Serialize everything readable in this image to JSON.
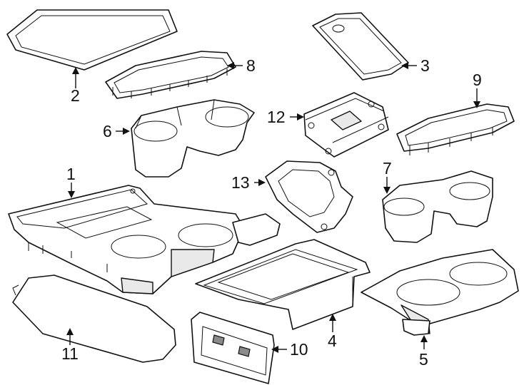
{
  "diagram": {
    "callouts": {
      "c1": "1",
      "c2": "2",
      "c3": "3",
      "c4": "4",
      "c5": "5",
      "c6": "6",
      "c7": "7",
      "c8": "8",
      "c9": "9",
      "c10": "10",
      "c11": "11",
      "c12": "12",
      "c13": "13"
    },
    "colors": {
      "line": "#111111",
      "background": "#ffffff",
      "shade": "#e9e9e9"
    }
  }
}
